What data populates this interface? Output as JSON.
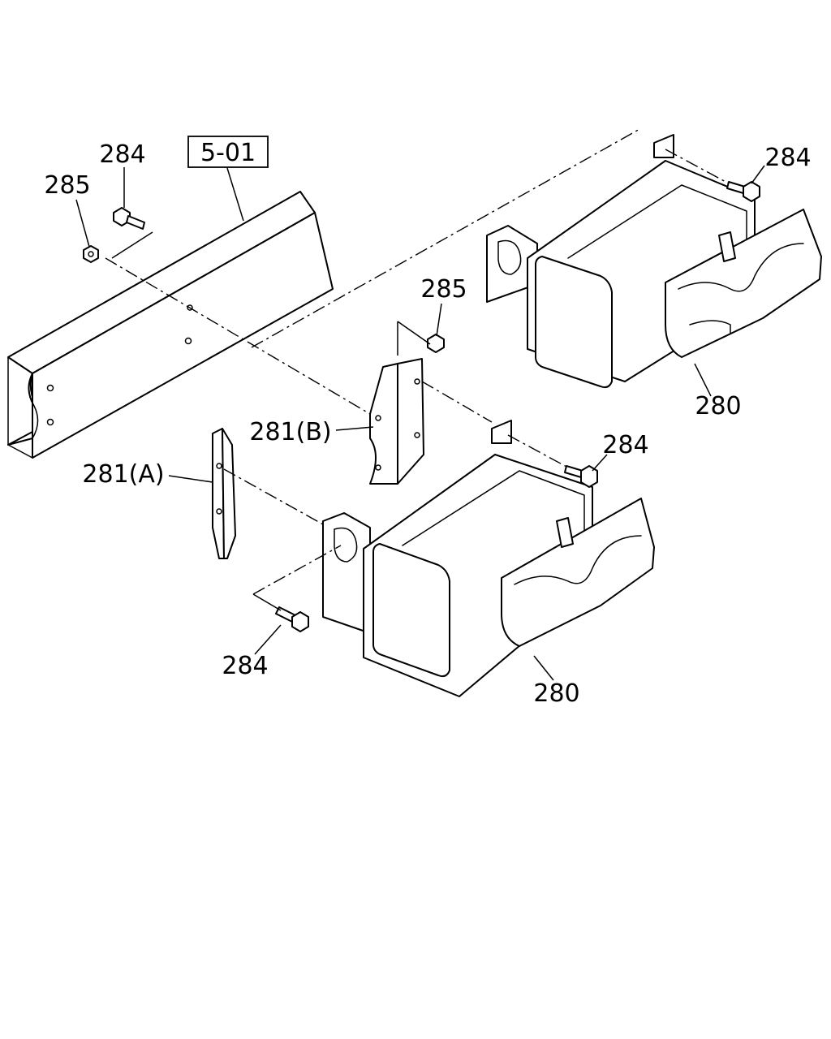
{
  "reference": {
    "label": "5-01"
  },
  "callouts": {
    "bolt_top_left": "284",
    "nut_top_left": "285",
    "bolt_top_right": "284",
    "nut_middle": "285",
    "bracket_b": "281(B)",
    "bracket_a": "281(A)",
    "bolt_middle_right": "284",
    "step_upper": "280",
    "bolt_bottom": "284",
    "step_lower": "280"
  }
}
